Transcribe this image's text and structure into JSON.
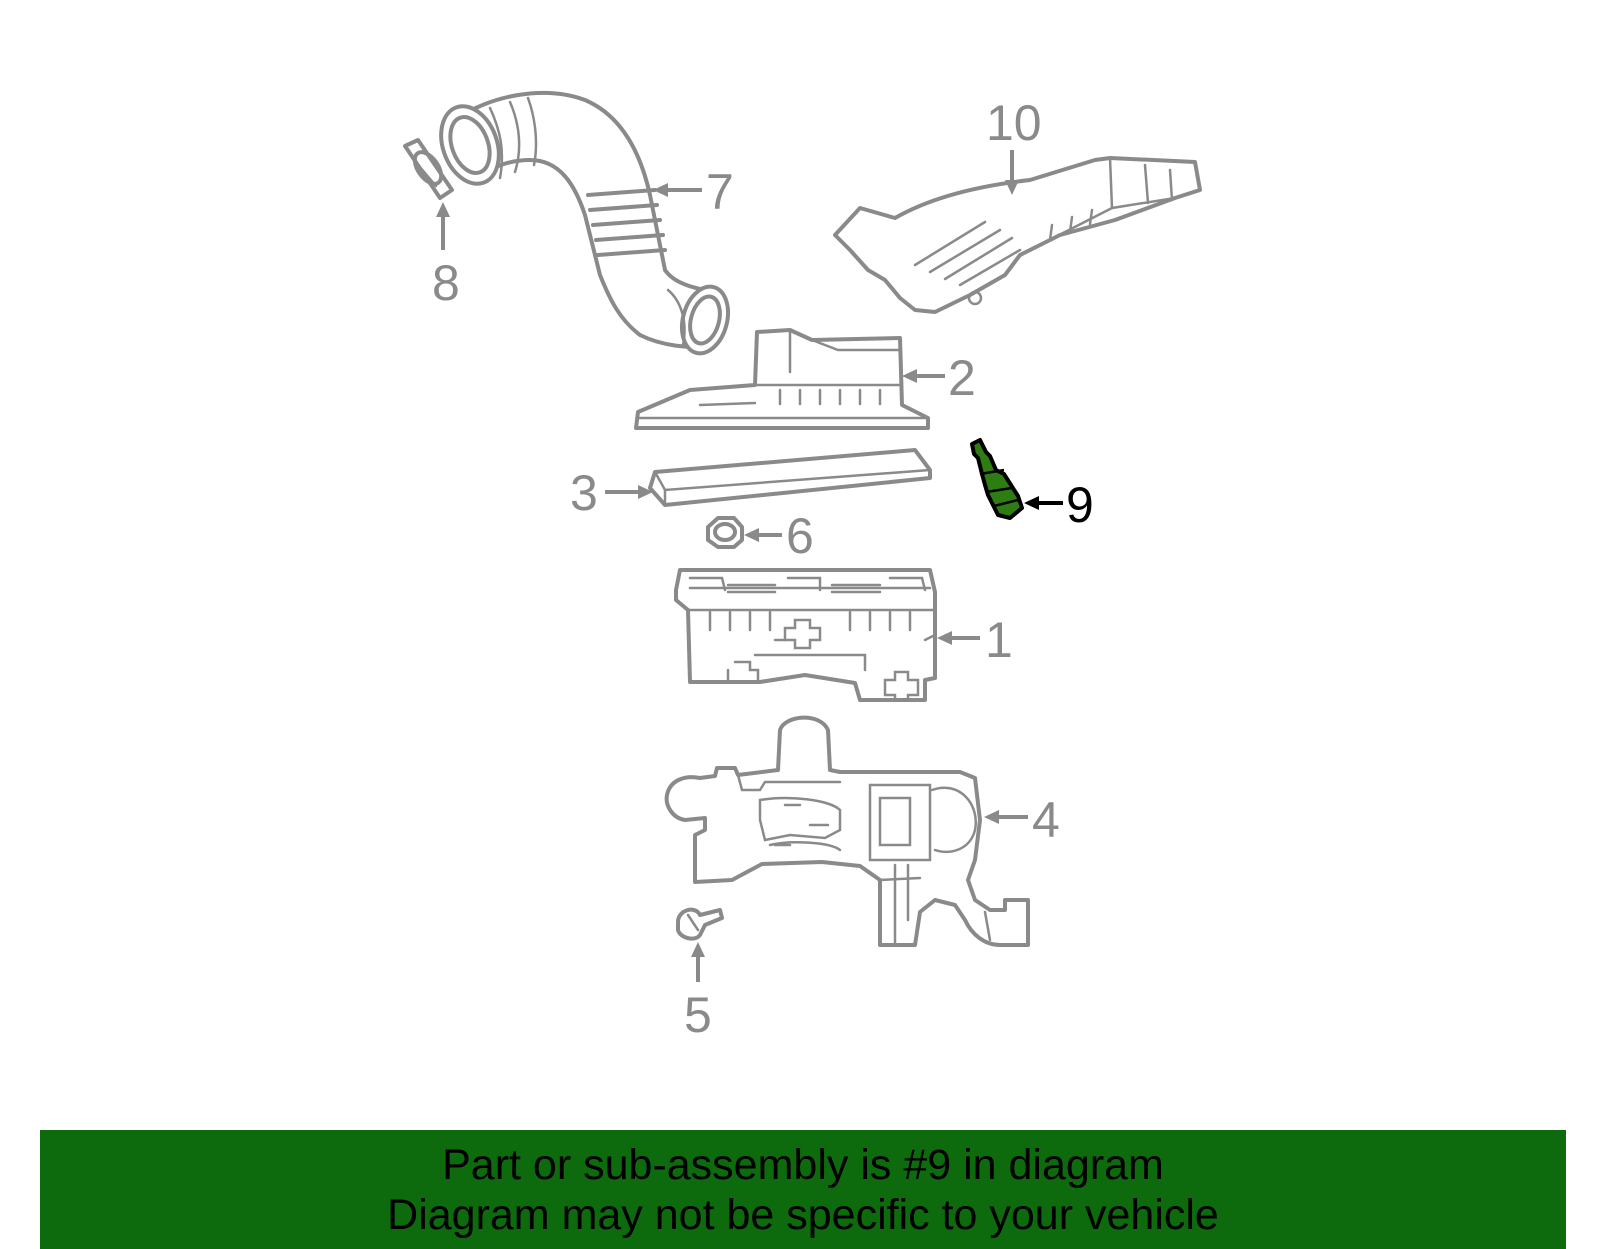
{
  "callouts": {
    "c1": "1",
    "c2": "2",
    "c3": "3",
    "c4": "4",
    "c5": "5",
    "c6": "6",
    "c7": "7",
    "c8": "8",
    "c9": "9",
    "c10": "10"
  },
  "highlighted_part": "9",
  "highlight_color": "#2e7d12",
  "banner": {
    "line1": "Part or sub-assembly is #9 in diagram",
    "line2": "Diagram may not be specific to your vehicle",
    "background": "#0d6b0d"
  }
}
